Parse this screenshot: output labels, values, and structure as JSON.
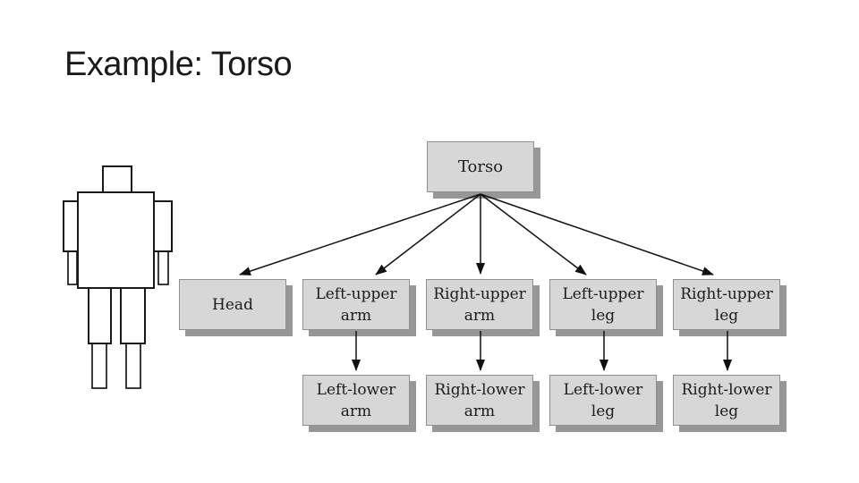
{
  "slide": {
    "title": "Example: Torso"
  },
  "diagram": {
    "nodes": [
      {
        "id": "torso",
        "line1": "Torso"
      },
      {
        "id": "head",
        "line1": "Head"
      },
      {
        "id": "left-upper-arm",
        "line1": "Left-upper",
        "line2": "arm"
      },
      {
        "id": "right-upper-arm",
        "line1": "Right-upper",
        "line2": "arm"
      },
      {
        "id": "left-upper-leg",
        "line1": "Left-upper",
        "line2": "leg"
      },
      {
        "id": "right-upper-leg",
        "line1": "Right-upper",
        "line2": "leg"
      },
      {
        "id": "left-lower-arm",
        "line1": "Left-lower",
        "line2": "arm"
      },
      {
        "id": "right-lower-arm",
        "line1": "Right-lower",
        "line2": "arm"
      },
      {
        "id": "left-lower-leg",
        "line1": "Left-lower",
        "line2": "leg"
      },
      {
        "id": "right-lower-leg",
        "line1": "Right-lower",
        "line2": "leg"
      }
    ],
    "edges": [
      {
        "from": "torso",
        "to": "head"
      },
      {
        "from": "torso",
        "to": "left-upper-arm"
      },
      {
        "from": "torso",
        "to": "right-upper-arm"
      },
      {
        "from": "torso",
        "to": "left-upper-leg"
      },
      {
        "from": "torso",
        "to": "right-upper-leg"
      },
      {
        "from": "left-upper-arm",
        "to": "left-lower-arm"
      },
      {
        "from": "right-upper-arm",
        "to": "right-lower-arm"
      },
      {
        "from": "left-upper-leg",
        "to": "left-lower-leg"
      },
      {
        "from": "right-upper-leg",
        "to": "right-lower-leg"
      }
    ],
    "colors": {
      "slide_background": "#ffffff",
      "box_fill": "#d7d7d7",
      "box_border": "#8f8f8f",
      "box_shadow": "#979797",
      "connector": "#111111",
      "title_text": "#1a1a1a",
      "label_text": "#1c1c1c"
    },
    "figure": {
      "description": "blocky human figure outline"
    }
  }
}
